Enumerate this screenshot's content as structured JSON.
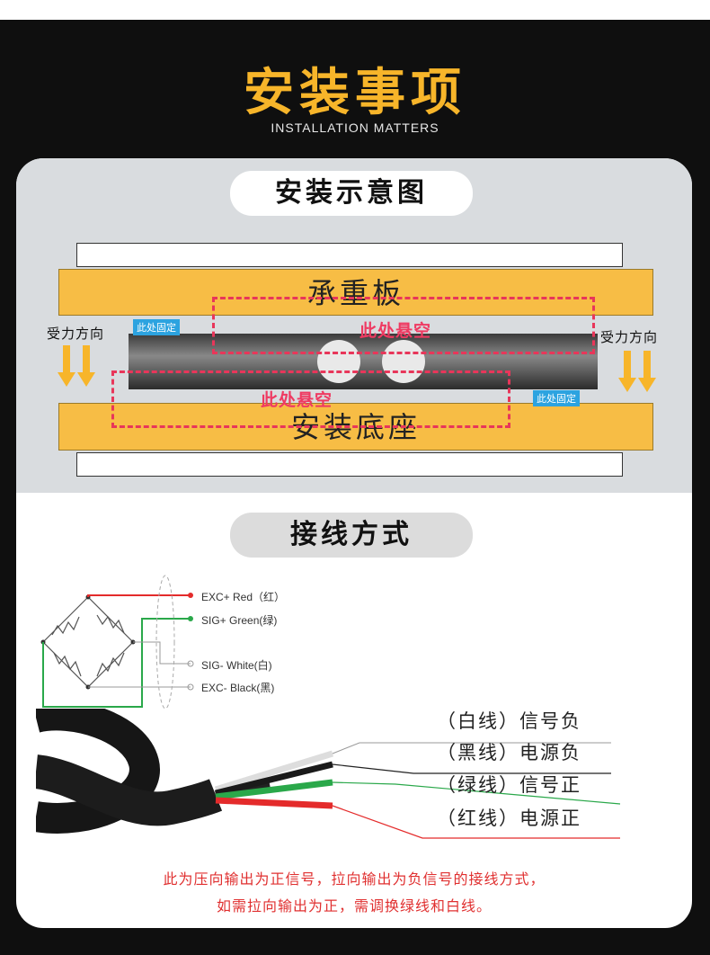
{
  "header": {
    "title": "安装事项",
    "subtitle": "INSTALLATION MATTERS"
  },
  "install": {
    "section_title": "安装示意图",
    "top_plate": "承重板",
    "bottom_plate": "安装底座",
    "float_label_top": "此处悬空",
    "float_label_bottom": "此处悬空",
    "fix_label_left": "此处固定",
    "fix_label_right": "此处固定",
    "force_label_left": "受力方向",
    "force_label_right": "受力方向"
  },
  "wiring": {
    "section_title": "接线方式",
    "diagram_labels": [
      "EXC+ Red（红）",
      "SIG+ Green(绿)",
      "SIG- White(白)",
      "EXC- Black(黑)"
    ],
    "wire_colors": {
      "red": "#e42b2b",
      "green": "#2aa84a",
      "white": "#bbbbbb",
      "black": "#222222"
    },
    "cable_labels": [
      "（白线）信号负",
      "（黑线）电源负",
      "（绿线）信号正",
      "（红线）电源正"
    ],
    "note_line1": "此为压向输出为正信号，拉向输出为负信号的接线方式，",
    "note_line2": "如需拉向输出为正，需调换绿线和白线。"
  },
  "colors": {
    "accent": "#f7b52a",
    "plate": "#f7bd45",
    "dash": "#e8365a",
    "fix_tag": "#2ca3e0"
  }
}
